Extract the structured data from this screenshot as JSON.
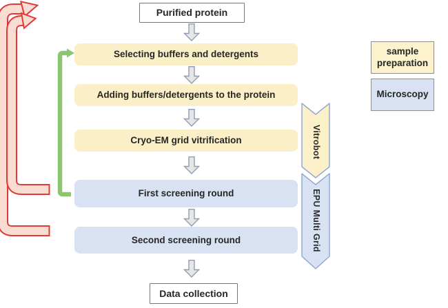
{
  "diagram": {
    "flow": {
      "nodes": [
        {
          "label": "Purified protein",
          "type": "terminal"
        },
        {
          "label": "Selecting buffers and detergents",
          "type": "sample-preparation"
        },
        {
          "label": "Adding buffers/detergents to the protein",
          "type": "sample-preparation"
        },
        {
          "label": "Cryo-EM grid vitrification",
          "type": "sample-preparation"
        },
        {
          "label": "First screening round",
          "type": "microscopy"
        },
        {
          "label": "Second screening round",
          "type": "microscopy"
        },
        {
          "label": "Data collection",
          "type": "terminal"
        }
      ]
    },
    "banners": {
      "vitrobot": {
        "label": "Vitrobot",
        "fill": "#FBF0C8"
      },
      "epu": {
        "label": "EPU Multi Grid",
        "fill": "#D8E2F2"
      },
      "stroke": "#92A9D6"
    },
    "legend": {
      "sample_preparation": {
        "label": "sample preparation",
        "fill": "#FCF2CC"
      },
      "microscopy": {
        "label": "Microscopy",
        "fill": "#D9E2F2"
      }
    },
    "icons": {
      "connector": "block-down-arrow-icon",
      "feedback_outer": "feedback-loop-arrow-icon",
      "feedback_inner": "feedback-loop-arrow-icon",
      "green_loop": "repeat-loop-arrow-icon"
    },
    "colors": {
      "sample_prep_fill": "#FBEFC7",
      "microscopy_fill": "#D9E2F2",
      "connector_fill": "#E7E6E4",
      "connector_stroke": "#8D9DB6",
      "feedback_stroke": "#E03A36",
      "feedback_fill": "#F9DDD3",
      "loop_green": "#8CC472",
      "text": "#262626"
    }
  }
}
